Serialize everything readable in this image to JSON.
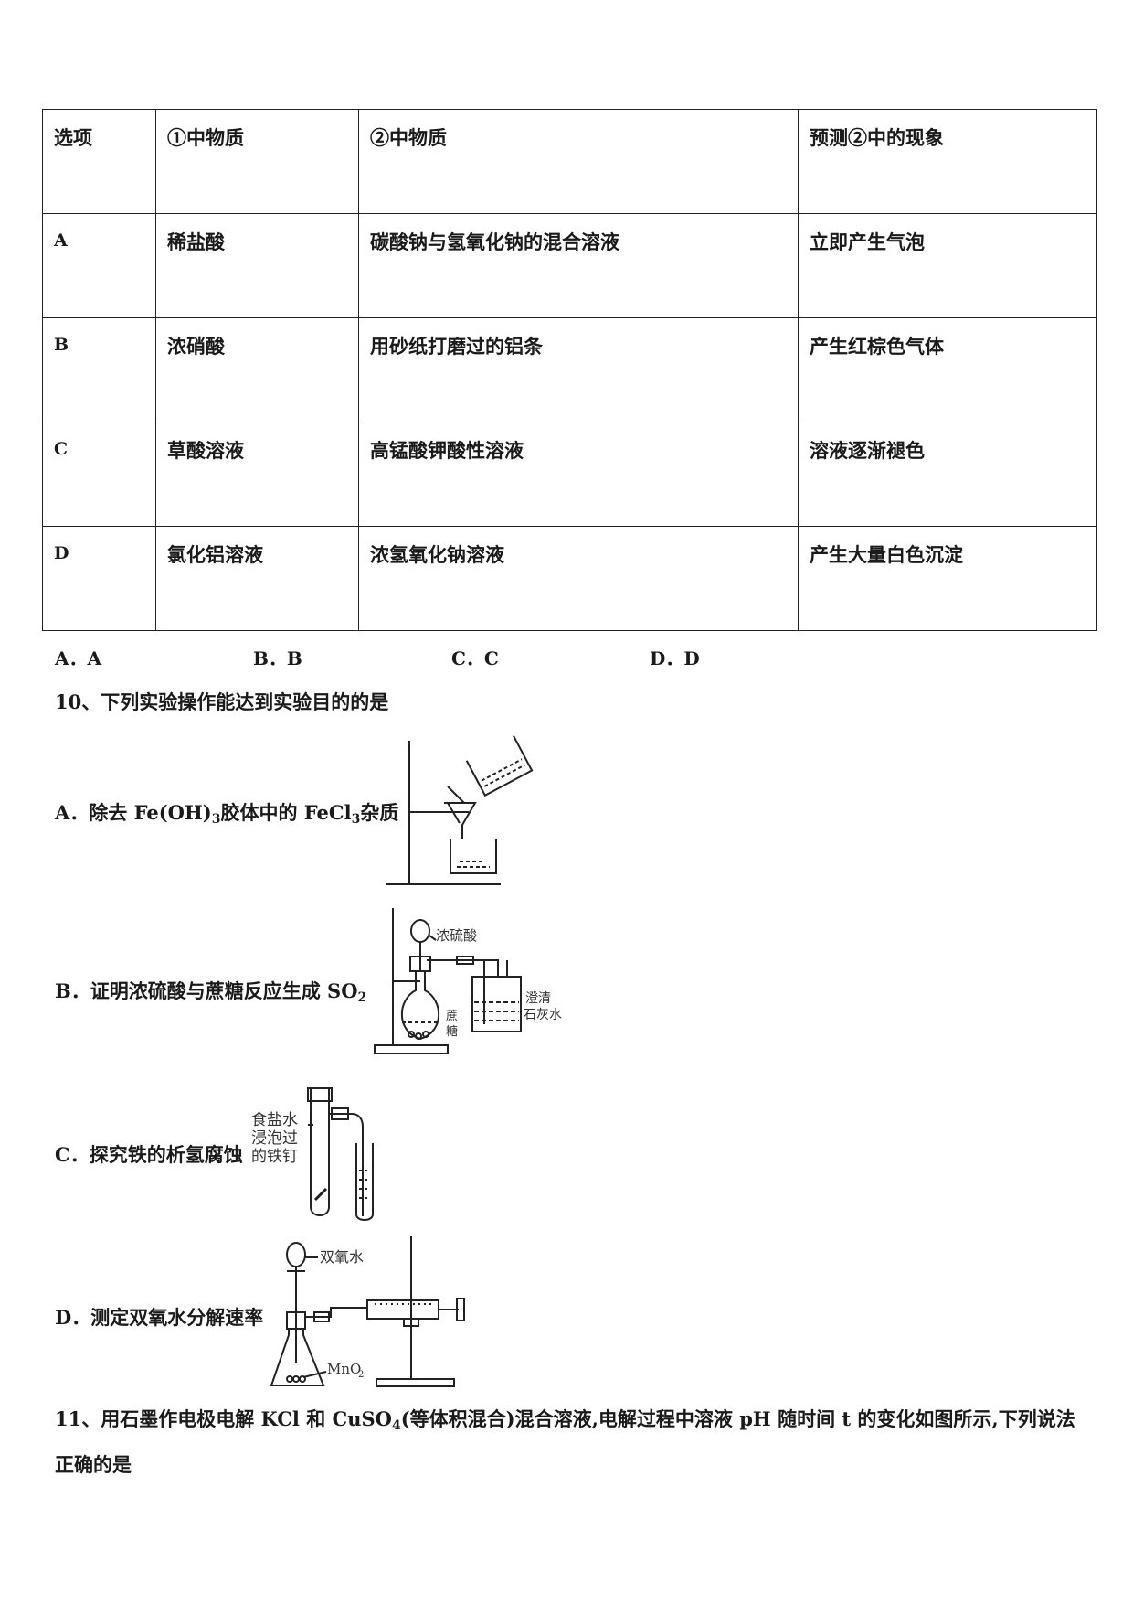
{
  "table": {
    "headers": [
      "选项",
      "①中物质",
      "②中物质",
      "预测②中的现象"
    ],
    "rows": [
      [
        "A",
        "稀盐酸",
        "碳酸钠与氢氧化钠的混合溶液",
        "立即产生气泡"
      ],
      [
        "B",
        "浓硝酸",
        "用砂纸打磨过的铝条",
        "产生红棕色气体"
      ],
      [
        "C",
        "草酸溶液",
        "高锰酸钾酸性溶液",
        "溶液逐渐褪色"
      ],
      [
        "D",
        "氯化铝溶液",
        "浓氢氧化钠溶液",
        "产生大量白色沉淀"
      ]
    ]
  },
  "q9_choices": [
    "A．A",
    "B．B",
    "C．C",
    "D．D"
  ],
  "q10": {
    "stem": "10、下列实验操作能达到实验目的的是",
    "a": {
      "prefix": "A．除去 Fe(OH)",
      "sub1": "3",
      "mid": "胶体中的 FeCl",
      "sub2": "3",
      "suffix": "杂质"
    },
    "b": {
      "prefix": "B．证明浓硫酸与蔗糖反应生成 SO",
      "sub": "2"
    },
    "c": "C．探究铁的析氢腐蚀",
    "d": "D．测定双氧水分解速率",
    "labels": {
      "b_acid": "浓硫酸",
      "b_lime1": "澄清",
      "b_lime2": "石灰水",
      "b_sugar1": "蔗",
      "b_sugar2": "糖",
      "c_1": "食盐水",
      "c_2": "浸泡过",
      "c_3": "的铁钉",
      "d_h2o2": "双氧水",
      "d_mno2": "MnO"
    }
  },
  "q11": {
    "line1_a": "11、用石墨作电极电解 KCl 和 CuSO",
    "line1_sub": "4",
    "line1_b": "(等体积混合)混合溶液,电解过程中溶液 pH 随时间 t 的变化如图所示,下列说法",
    "line2": "正确的是"
  }
}
